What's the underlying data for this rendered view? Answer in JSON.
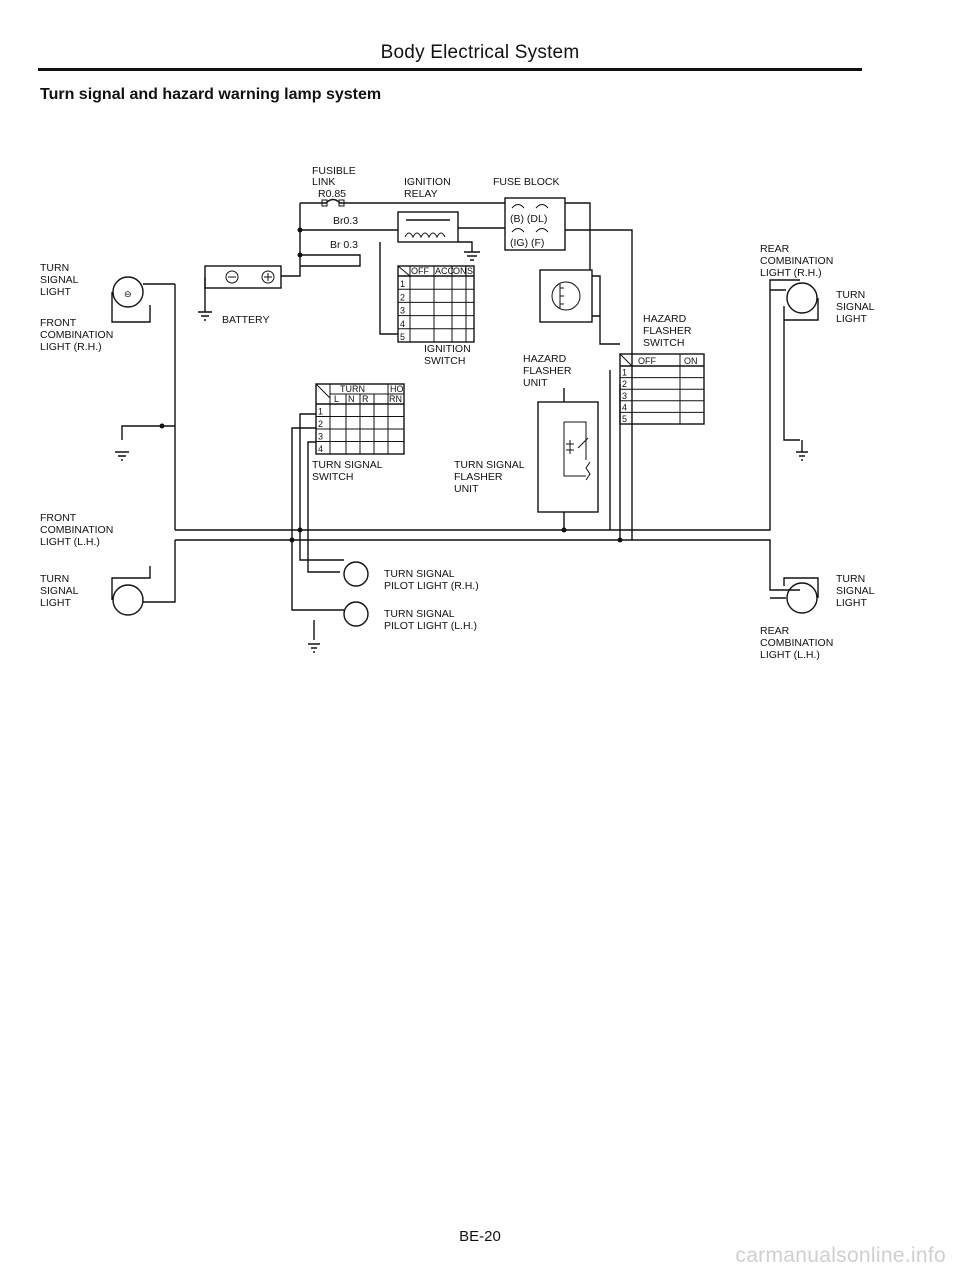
{
  "header": {
    "title": "Body Electrical System"
  },
  "section": {
    "title": "Turn signal and hazard warning lamp system"
  },
  "labels": {
    "fusible_link": [
      "FUSIBLE",
      "LINK",
      "R0.85"
    ],
    "ignition_relay": [
      "IGNITION",
      "RELAY"
    ],
    "fuse_block": "FUSE BLOCK",
    "wire_1": "Br0.3",
    "wire_2": "Br 0.3",
    "fuse_b_dl": "(B)  (DL)",
    "fuse_ig_f": "(IG)  (F)",
    "battery": "BATTERY",
    "turn_signal_light_fr": [
      "TURN",
      "SIGNAL",
      "LIGHT"
    ],
    "front_combination_rh": [
      "FRONT",
      "COMBINATION",
      "LIGHT (R.H.)"
    ],
    "front_combination_lh": [
      "FRONT",
      "COMBINATION",
      "LIGHT (L.H.)"
    ],
    "turn_signal_light_fl": [
      "TURN",
      "SIGNAL",
      "LIGHT"
    ],
    "ignition_switch": [
      "IGNITION",
      "SWITCH"
    ],
    "hazard_flasher_unit": [
      "HAZARD",
      "FLASHER",
      "UNIT"
    ],
    "hazard_flasher_switch": [
      "HAZARD",
      "FLASHER",
      "SWITCH"
    ],
    "rear_combination_rh": [
      "REAR",
      "COMBINATION",
      "LIGHT (R.H.)"
    ],
    "turn_signal_light_rr": [
      "TURN",
      "SIGNAL",
      "LIGHT"
    ],
    "turn_signal_switch": [
      "TURN SIGNAL",
      "SWITCH"
    ],
    "turn_signal_flasher_unit": [
      "TURN SIGNAL",
      "FLASHER",
      "UNIT"
    ],
    "pilot_light_rh": [
      "TURN SIGNAL",
      "PILOT LIGHT (R.H.)"
    ],
    "pilot_light_lh": [
      "TURN SIGNAL",
      "PILOT LIGHT (L.H.)"
    ],
    "turn_signal_light_rl": [
      "TURN",
      "SIGNAL",
      "LIGHT"
    ],
    "rear_combination_lh": [
      "REAR",
      "COMBINATION",
      "LIGHT (L.H.)"
    ]
  },
  "ignition_switch_table": {
    "headers": [
      "OFF",
      "ACC",
      "ON",
      "S"
    ],
    "rows": [
      "1",
      "2",
      "3",
      "4",
      "5"
    ]
  },
  "turn_switch_table": {
    "headers": [
      "TURN",
      "HO"
    ],
    "subheaders": [
      "L",
      "N",
      "R",
      "RN"
    ],
    "rows": [
      "1",
      "2",
      "3",
      "4"
    ]
  },
  "hazard_switch_table": {
    "headers": [
      "OFF",
      "ON"
    ],
    "rows": [
      "1",
      "2",
      "3",
      "4",
      "5"
    ]
  },
  "footer": {
    "page": "BE-20",
    "watermark": "carmanualsonline.info"
  }
}
